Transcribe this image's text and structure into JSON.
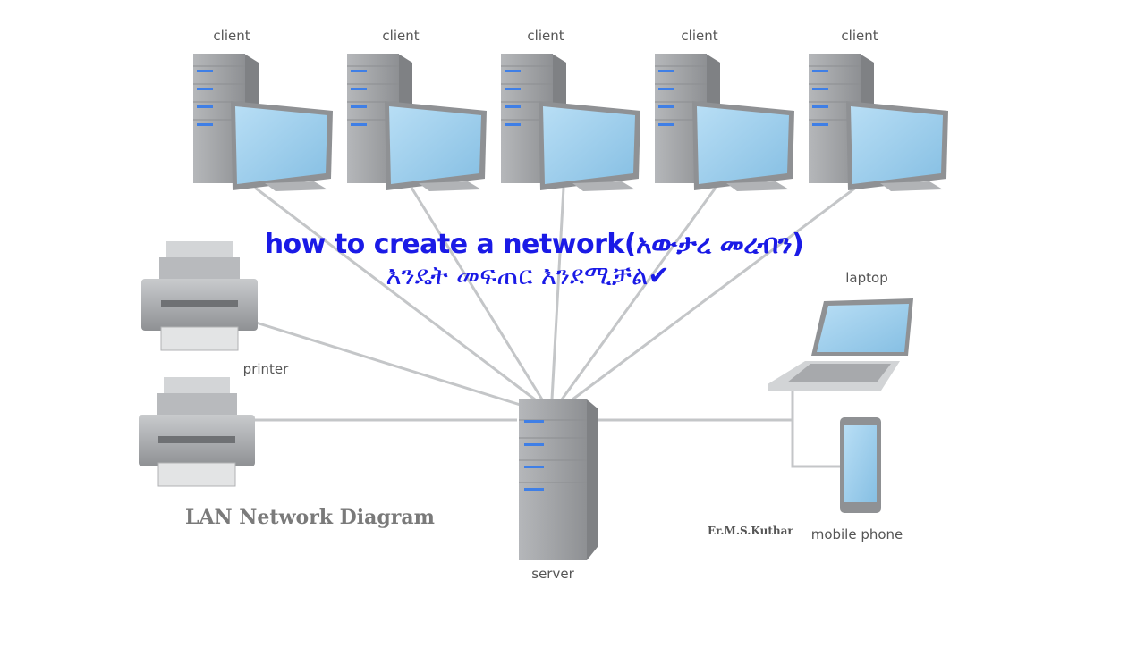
{
  "title": {
    "line1": "how to create a network(አውታረ መረብን)",
    "line2": "እንዴት መፍጠር እንደሚቻል✔"
  },
  "diagram_title": "LAN Network Diagram",
  "author": "Er.M.S.Kuthar",
  "nodes": {
    "clients": [
      {
        "label": "client"
      },
      {
        "label": "client"
      },
      {
        "label": "client"
      },
      {
        "label": "client"
      },
      {
        "label": "client"
      }
    ],
    "printers": [
      {
        "label": "printer"
      },
      {
        "label": ""
      }
    ],
    "server": {
      "label": "server"
    },
    "laptop": {
      "label": "laptop"
    },
    "phone": {
      "label": "mobile phone"
    }
  },
  "edges": [
    [
      "server",
      "client-1"
    ],
    [
      "server",
      "client-2"
    ],
    [
      "server",
      "client-3"
    ],
    [
      "server",
      "client-4"
    ],
    [
      "server",
      "client-5"
    ],
    [
      "server",
      "printer-1"
    ],
    [
      "server",
      "printer-2"
    ],
    [
      "server",
      "laptop"
    ],
    [
      "server",
      "phone"
    ]
  ],
  "colors": {
    "cable": "#c4c6c8",
    "case": "#a4a6a9",
    "screen": "#9fcdea",
    "led": "#3f7fe6",
    "title": "#1a1ae6"
  }
}
